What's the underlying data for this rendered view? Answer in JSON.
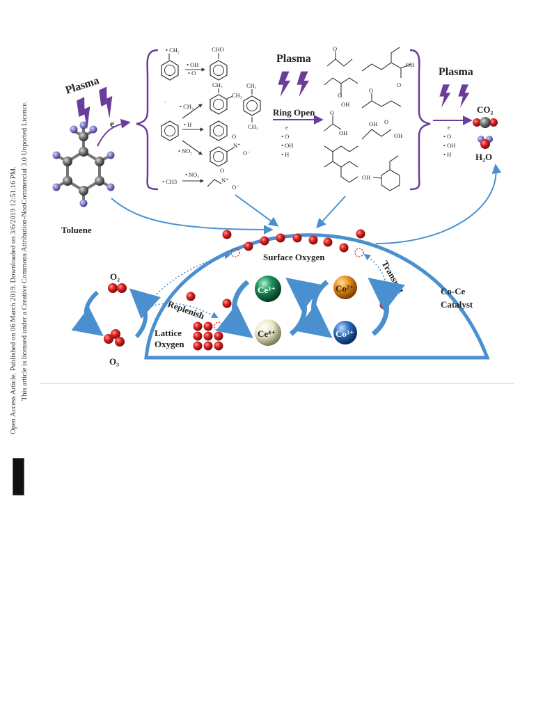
{
  "side_notes": {
    "line1": "Open Access Article. Published on 06 March 2019. Downloaded on 3/6/2019 12:51:16 PM.",
    "line2": "This article is licensed under a Creative Commons Attribution-NonCommercial 3.0 Unported Licence.",
    "badge": "BY-NC"
  },
  "labels": {
    "plasma_left": "Plasma",
    "plasma_mid": "Plasma",
    "plasma_right": "Plasma",
    "electron_left": "e",
    "toluene": "Toluene",
    "ring_open": "Ring Open",
    "species_mid": [
      "e",
      "• O",
      "• OH",
      "• H"
    ],
    "species_right": [
      "e",
      "• O",
      "• OH",
      "• H"
    ],
    "co2": "CO₂",
    "h2o": "H₂O",
    "surface_oxygen": "Surface Oxygen",
    "lattice_oxygen_1": "Lattice",
    "lattice_oxygen_2": "Oxygen",
    "catalyst_1": "Co-Ce",
    "catalyst_2": "Catalyst",
    "o2": "O₂",
    "o3": "O₃",
    "replenish": "Replenish",
    "transmit": "Transmit",
    "ce3": "Ce³⁺",
    "ce4": "Ce⁴⁺",
    "co2plus": "Co²⁺",
    "co3plus": "Co³⁺"
  },
  "intermediates": {
    "radical_ch2": "• CH₂",
    "oh_o": [
      "• OH",
      "• O"
    ],
    "cho": "CHO",
    "ch3_radical": "• CH₃",
    "h_radical": "• H",
    "no2_radical": "• NO₂",
    "ch3_label": "• CH3",
    "no2_radical_2": "• NO₂",
    "ch3": "CH₃",
    "n_plus": "N⁺",
    "o_minus": "O⁻",
    "oh": "OH",
    "o": "O"
  },
  "colors": {
    "catalyst_blue": "#4a90d0",
    "plasma_purple": "#6a3d9a",
    "oxygen_red": "#d62020",
    "ce3_green": "#1e9660",
    "ce4_ivory": "#e8e8c8",
    "co2_orange": "#e8901c",
    "co3_blue": "#2c6fc0",
    "carbon_grey": "#7a7a7a",
    "hydrogen_violet": "#8080c8"
  }
}
